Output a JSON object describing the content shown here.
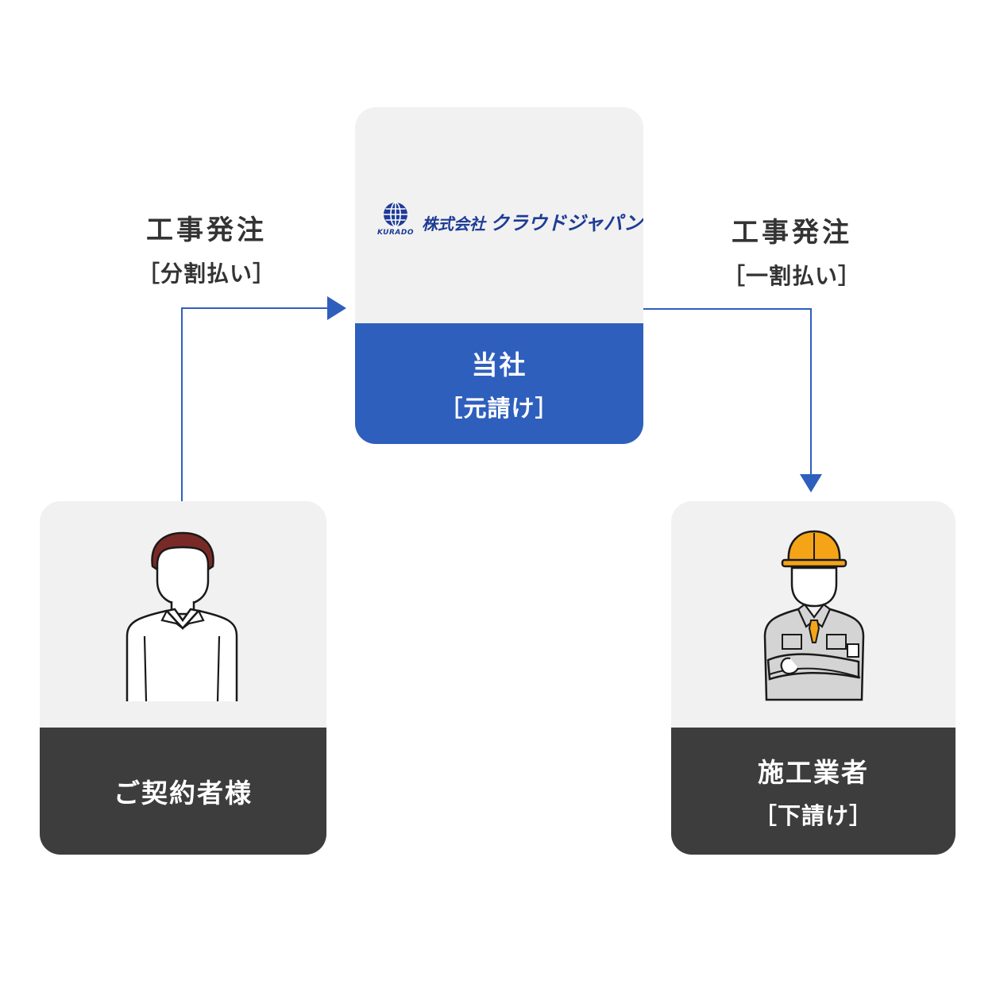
{
  "nodes": {
    "client": {
      "name": "ご契約者様",
      "role": ""
    },
    "company": {
      "name": "当社",
      "role": "［元請け］"
    },
    "contractor": {
      "name": "施工業者",
      "role": "［下請け］"
    }
  },
  "logo": {
    "mark_text": "KURADO",
    "company_prefix": "株式会社",
    "company_name": "クラウドジャパン"
  },
  "edges": [
    {
      "from": "client",
      "to": "company",
      "label": "工事発注",
      "payment": "［分割払い］"
    },
    {
      "from": "company",
      "to": "contractor",
      "label": "工事発注",
      "payment": "［一割払い］"
    }
  ],
  "colors": {
    "company_band": "#2f5fbd",
    "dark_band": "#3d3d3d",
    "card_bg": "#f1f1f1",
    "arrow": "#2f5fbd",
    "helmet": "#f5a417",
    "hair": "#7a2a26"
  }
}
